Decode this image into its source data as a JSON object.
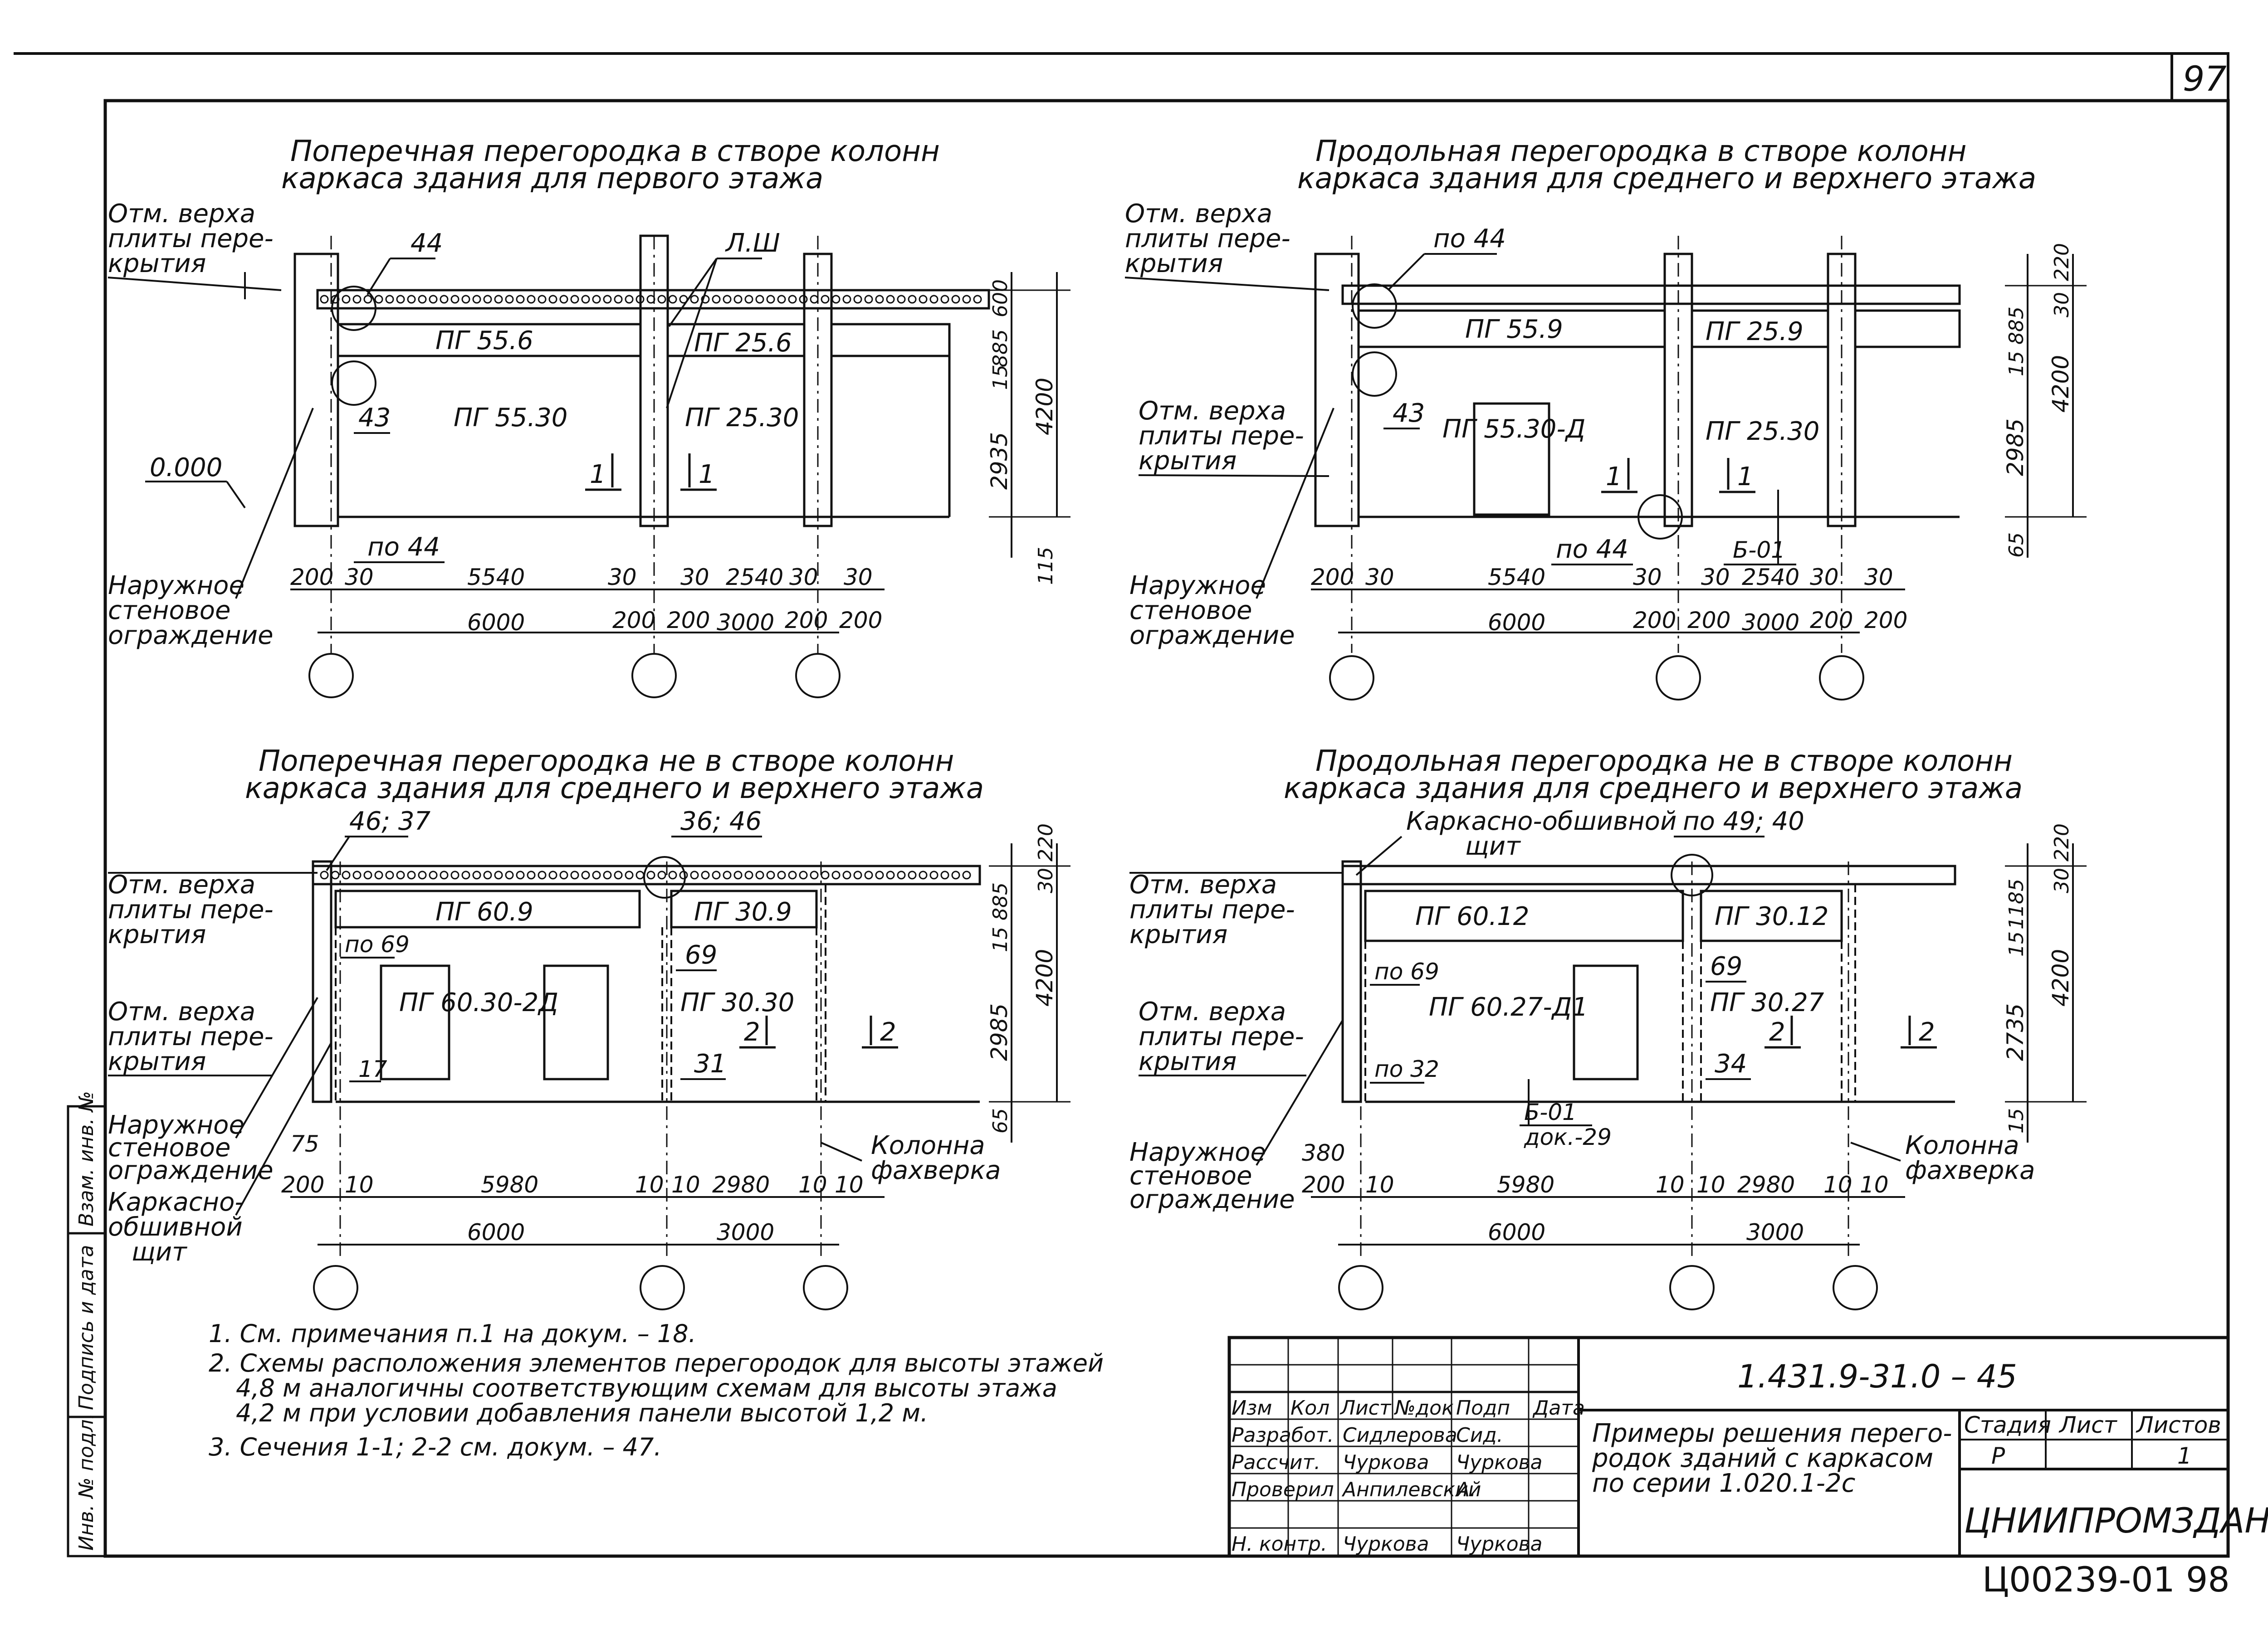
{
  "sheet": {
    "page_number": "97",
    "archive_code": "Ц00239-01  98"
  },
  "drawings": [
    {
      "title_l1": "Поперечная перегородка в створе колонн",
      "title_l2": "каркаса здания для первого этажа",
      "level_label_l1": "Отм. верха",
      "level_label_l2": "плиты пере-",
      "level_label_l3": "крытия",
      "zero_label": "0.000",
      "wall_label_l1": "Наружное",
      "wall_label_l2": "стеновое",
      "wall_label_l3": "ограждение",
      "node_top": "44",
      "node_top2": "Л.Ш",
      "node_mid": "43",
      "node_bot": "по 44",
      "panel_a": "ПГ 55.6",
      "panel_b": "ПГ 25.6",
      "panel_c": "ПГ 55.30",
      "panel_d": "ПГ 25.30",
      "section_a": "1",
      "section_b": "1",
      "dims_bottom": [
        "200",
        "30",
        "5540",
        "30",
        "30",
        "2540",
        "30",
        "30"
      ],
      "dims_bottom2": [
        "200",
        "200",
        "200",
        "200"
      ],
      "dims_total": [
        "6000",
        "3000"
      ],
      "dims_right": [
        "600",
        "885",
        "15",
        "2935",
        "115"
      ],
      "dim_height": "4200"
    },
    {
      "title_l1": "Продольная перегородка в створе колонн",
      "title_l2": "каркаса здания для среднего и верхнего этажа",
      "level_label_l1": "Отм. верха",
      "level_label_l2": "плиты пере-",
      "level_label_l3": "крытия",
      "level2_label_l1": "Отм. верха",
      "level2_label_l2": "плиты пере-",
      "level2_label_l3": "крытия",
      "wall_label_l1": "Наружное",
      "wall_label_l2": "стеновое",
      "wall_label_l3": "ограждение",
      "node_top": "по 44",
      "node_mid": "43",
      "node_bot": "по 44",
      "node_b": "Б-01",
      "panel_a": "ПГ 55.9",
      "panel_b": "ПГ 25.9",
      "panel_c": "ПГ 55.30-Д",
      "panel_d": "ПГ 25.30",
      "section_a": "1",
      "section_b": "1",
      "dims_bottom": [
        "200",
        "30",
        "5540",
        "30",
        "30",
        "2540",
        "30",
        "30"
      ],
      "dims_bottom2": [
        "200",
        "200",
        "200",
        "200"
      ],
      "dims_total": [
        "6000",
        "3000"
      ],
      "dims_right": [
        "220",
        "30",
        "885",
        "15",
        "2985",
        "65"
      ],
      "dim_height": "4200"
    },
    {
      "title_l1": "Поперечная перегородка не в створе колонн",
      "title_l2": "каркаса здания для среднего и верхнего этажа",
      "level_label_l1": "Отм. верха",
      "level_label_l2": "плиты пере-",
      "level_label_l3": "крытия",
      "level2_label_l1": "Отм. верха",
      "level2_label_l2": "плиты пере-",
      "level2_label_l3": "крытия",
      "wall_label_l1": "Наружное",
      "wall_label_l2": "стеновое",
      "wall_label_l3": "ограждение",
      "shield_label_l1": "Каркасно-",
      "shield_label_l2": "обшивной",
      "shield_label_l3": "щит",
      "column_label_l1": "Колонна",
      "column_label_l2": "фахверка",
      "node_top": "46; 37",
      "node_top2": "36; 46",
      "node_a": "по 69",
      "node_b": "69",
      "node_c": "31",
      "node_d": "17",
      "panel_a": "ПГ 60.9",
      "panel_b": "ПГ 30.9",
      "panel_c": "ПГ 60.30-2Д",
      "panel_d": "ПГ 30.30",
      "section_a": "2",
      "section_b": "2",
      "dims_bottom": [
        "200",
        "10",
        "5980",
        "10",
        "10",
        "2980",
        "10",
        "10"
      ],
      "dims_total": [
        "6000",
        "3000"
      ],
      "dim_left": "75",
      "dims_right": [
        "220",
        "30",
        "885",
        "15",
        "2985",
        "65"
      ],
      "dim_height": "4200"
    },
    {
      "title_l1": "Продольная перегородка не в створе колонн",
      "title_l2": "каркаса здания для среднего и верхнего этажа",
      "level_label_l1": "Отм. верха",
      "level_label_l2": "плиты пере-",
      "level_label_l3": "крытия",
      "level2_label_l1": "Отм. верха",
      "level2_label_l2": "плиты пере-",
      "level2_label_l3": "крытия",
      "wall_label_l1": "Наружное",
      "wall_label_l2": "стеновое",
      "wall_label_l3": "ограждение",
      "shield_label_l1": "Каркасно-обшивной",
      "shield_label_l2": "щит",
      "column_label_l1": "Колонна",
      "column_label_l2": "фахверка",
      "node_top": "по 49; 40",
      "node_a": "по 69",
      "node_b": "69",
      "node_c": "34",
      "node_d": "по 32",
      "node_e": "Б-01",
      "node_f": "док.-29",
      "panel_a": "ПГ 60.12",
      "panel_b": "ПГ 30.12",
      "panel_c": "ПГ 60.27-Д1",
      "panel_d": "ПГ 30.27",
      "section_a": "2",
      "section_b": "2",
      "dims_bottom": [
        "200",
        "10",
        "5980",
        "10",
        "10",
        "2980",
        "10",
        "10"
      ],
      "dims_total": [
        "6000",
        "3000"
      ],
      "dim_left": "380",
      "dims_right": [
        "220",
        "30",
        "1185",
        "15",
        "2735",
        "15"
      ],
      "dim_height": "4200"
    }
  ],
  "notes": [
    "1. См. примечания п.1 на докум. – 18.",
    "2. Схемы расположения элементов перегородок для высоты этажей",
    "4,8 м аналогичны соответствующим схемам для высоты этажа",
    "4,2 м при условии добавления панели высотой 1,2 м.",
    "3. Сечения 1-1; 2-2 см. докум. – 47."
  ],
  "side_stamp": [
    "Инв. № подл.",
    "Подпись и дата",
    "Взам. инв. №"
  ],
  "title_block": {
    "doc_code": "1.431.9-31.0   – 45",
    "header_cells": [
      "Изм",
      "Кол",
      "Лист",
      "№док",
      "Подп",
      "Дата"
    ],
    "rows": [
      {
        "role": "Разработ.",
        "name": "Сидлерова",
        "sign": "Сид."
      },
      {
        "role": "Рассчит.",
        "name": "Чуркова",
        "sign": "Чуркова"
      },
      {
        "role": "Проверил",
        "name": "Анпилевский",
        "sign": "А."
      },
      {
        "role": "Н. контр.",
        "name": "Чуркова",
        "sign": "Чуркова"
      }
    ],
    "description_l1": "Примеры решения перего-",
    "description_l2": "родок зданий с каркасом",
    "description_l3": "по серии 1.020.1-2с",
    "stage_label": "Стадия",
    "sheet_label": "Лист",
    "sheets_label": "Листов",
    "stage_value": "Р",
    "sheet_value": "",
    "sheets_value": "1",
    "organization": "ЦНИИПРОМЗДАНИЙ"
  }
}
